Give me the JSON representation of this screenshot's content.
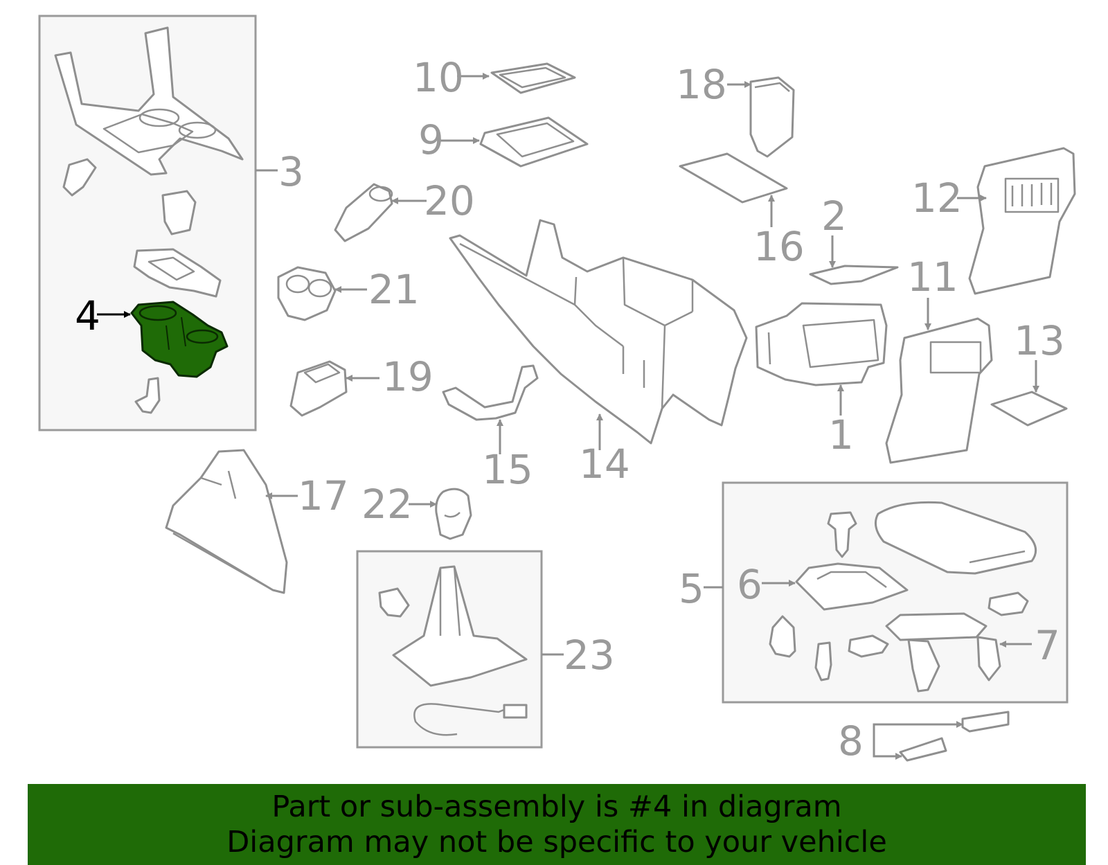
{
  "highlight_color": "#1f6b07",
  "highlighted_part": "4",
  "callouts": {
    "c1": "1",
    "c2": "2",
    "c3": "3",
    "c4": "4",
    "c5": "5",
    "c6": "6",
    "c7": "7",
    "c8": "8",
    "c9": "9",
    "c10": "10",
    "c11": "11",
    "c12": "12",
    "c13": "13",
    "c14": "14",
    "c15": "15",
    "c16": "16",
    "c17": "17",
    "c18": "18",
    "c19": "19",
    "c20": "20",
    "c21": "21",
    "c22": "22",
    "c23": "23"
  },
  "banner": {
    "line1": "Part or sub-assembly is #4 in diagram",
    "line2": "Diagram may not be specific to your vehicle"
  }
}
